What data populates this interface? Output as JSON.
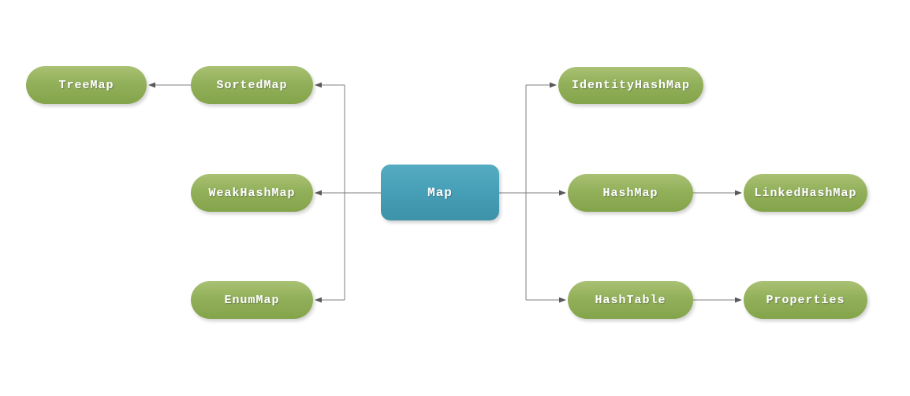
{
  "diagram": {
    "type": "class-hierarchy",
    "root": "Map",
    "nodes": {
      "map": {
        "label": "Map",
        "role": "root",
        "color": "#459fb6"
      },
      "sortedmap": {
        "label": "SortedMap",
        "role": "child",
        "color": "#92b05a"
      },
      "treemap": {
        "label": "TreeMap",
        "role": "child",
        "color": "#92b05a"
      },
      "weakhashmap": {
        "label": "WeakHashMap",
        "role": "child",
        "color": "#92b05a"
      },
      "enummap": {
        "label": "EnumMap",
        "role": "child",
        "color": "#92b05a"
      },
      "identityhashmap": {
        "label": "IdentityHashMap",
        "role": "child",
        "color": "#92b05a"
      },
      "hashmap": {
        "label": "HashMap",
        "role": "child",
        "color": "#92b05a"
      },
      "linkedhashmap": {
        "label": "LinkedHashMap",
        "role": "child",
        "color": "#92b05a"
      },
      "hashtable": {
        "label": "HashTable",
        "role": "child",
        "color": "#92b05a"
      },
      "properties": {
        "label": "Properties",
        "role": "child",
        "color": "#92b05a"
      }
    },
    "edges": [
      {
        "from": "Map",
        "to": "SortedMap"
      },
      {
        "from": "SortedMap",
        "to": "TreeMap"
      },
      {
        "from": "Map",
        "to": "WeakHashMap"
      },
      {
        "from": "Map",
        "to": "EnumMap"
      },
      {
        "from": "Map",
        "to": "IdentityHashMap"
      },
      {
        "from": "Map",
        "to": "HashMap"
      },
      {
        "from": "HashMap",
        "to": "LinkedHashMap"
      },
      {
        "from": "Map",
        "to": "HashTable"
      },
      {
        "from": "HashTable",
        "to": "Properties"
      }
    ],
    "colors": {
      "node_green": "#92b05a",
      "node_blue": "#459fb6",
      "connector": "#7f7f7f",
      "arrowhead": "#595959",
      "background": "#ffffff",
      "text": "#ffffff"
    }
  }
}
